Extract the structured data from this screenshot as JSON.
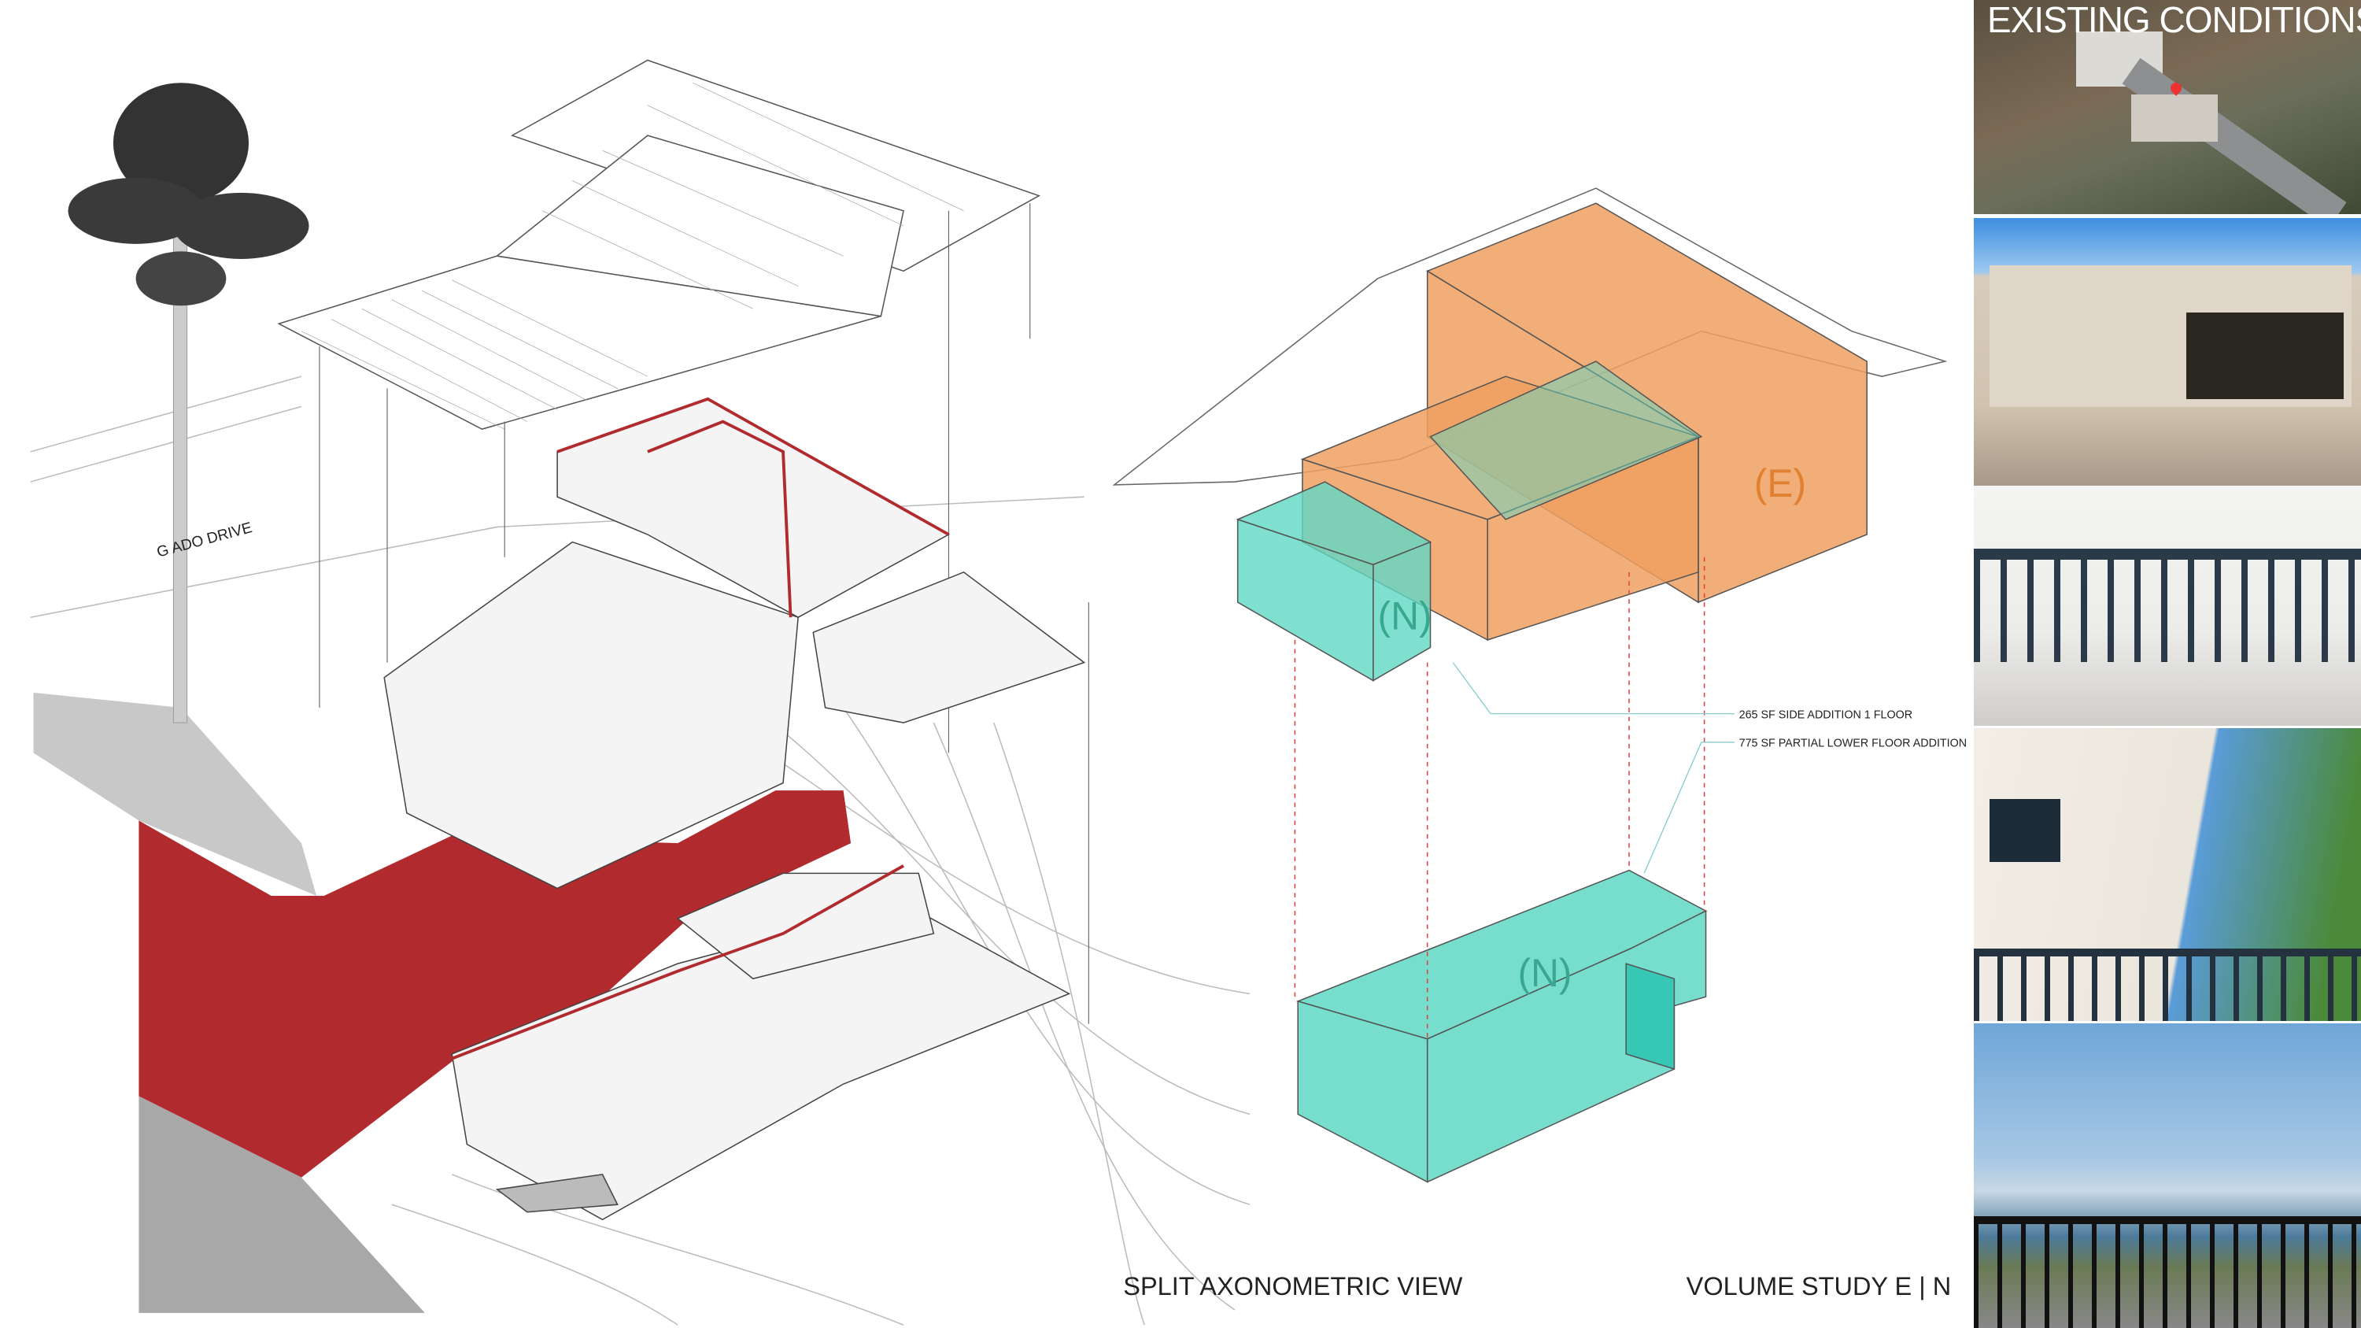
{
  "left_view": {
    "street_label": "G ADO DRIVE",
    "caption": "SPLIT AXONOMETRIC VIEW"
  },
  "volume_study": {
    "existing_label": "(E)",
    "new_upper_label": "(N)",
    "new_lower_label": "(N)",
    "annotations": [
      "265 SF SIDE ADDITION 1 FLOOR",
      "775 SF PARTIAL LOWER FLOOR ADDITION"
    ],
    "caption": "VOLUME STUDY E | N",
    "colors": {
      "existing": "#f0a060",
      "new": "#5fd8c4",
      "section": "#b02a2e"
    }
  },
  "photos": {
    "title": "EXISTING CONDITIONS"
  }
}
